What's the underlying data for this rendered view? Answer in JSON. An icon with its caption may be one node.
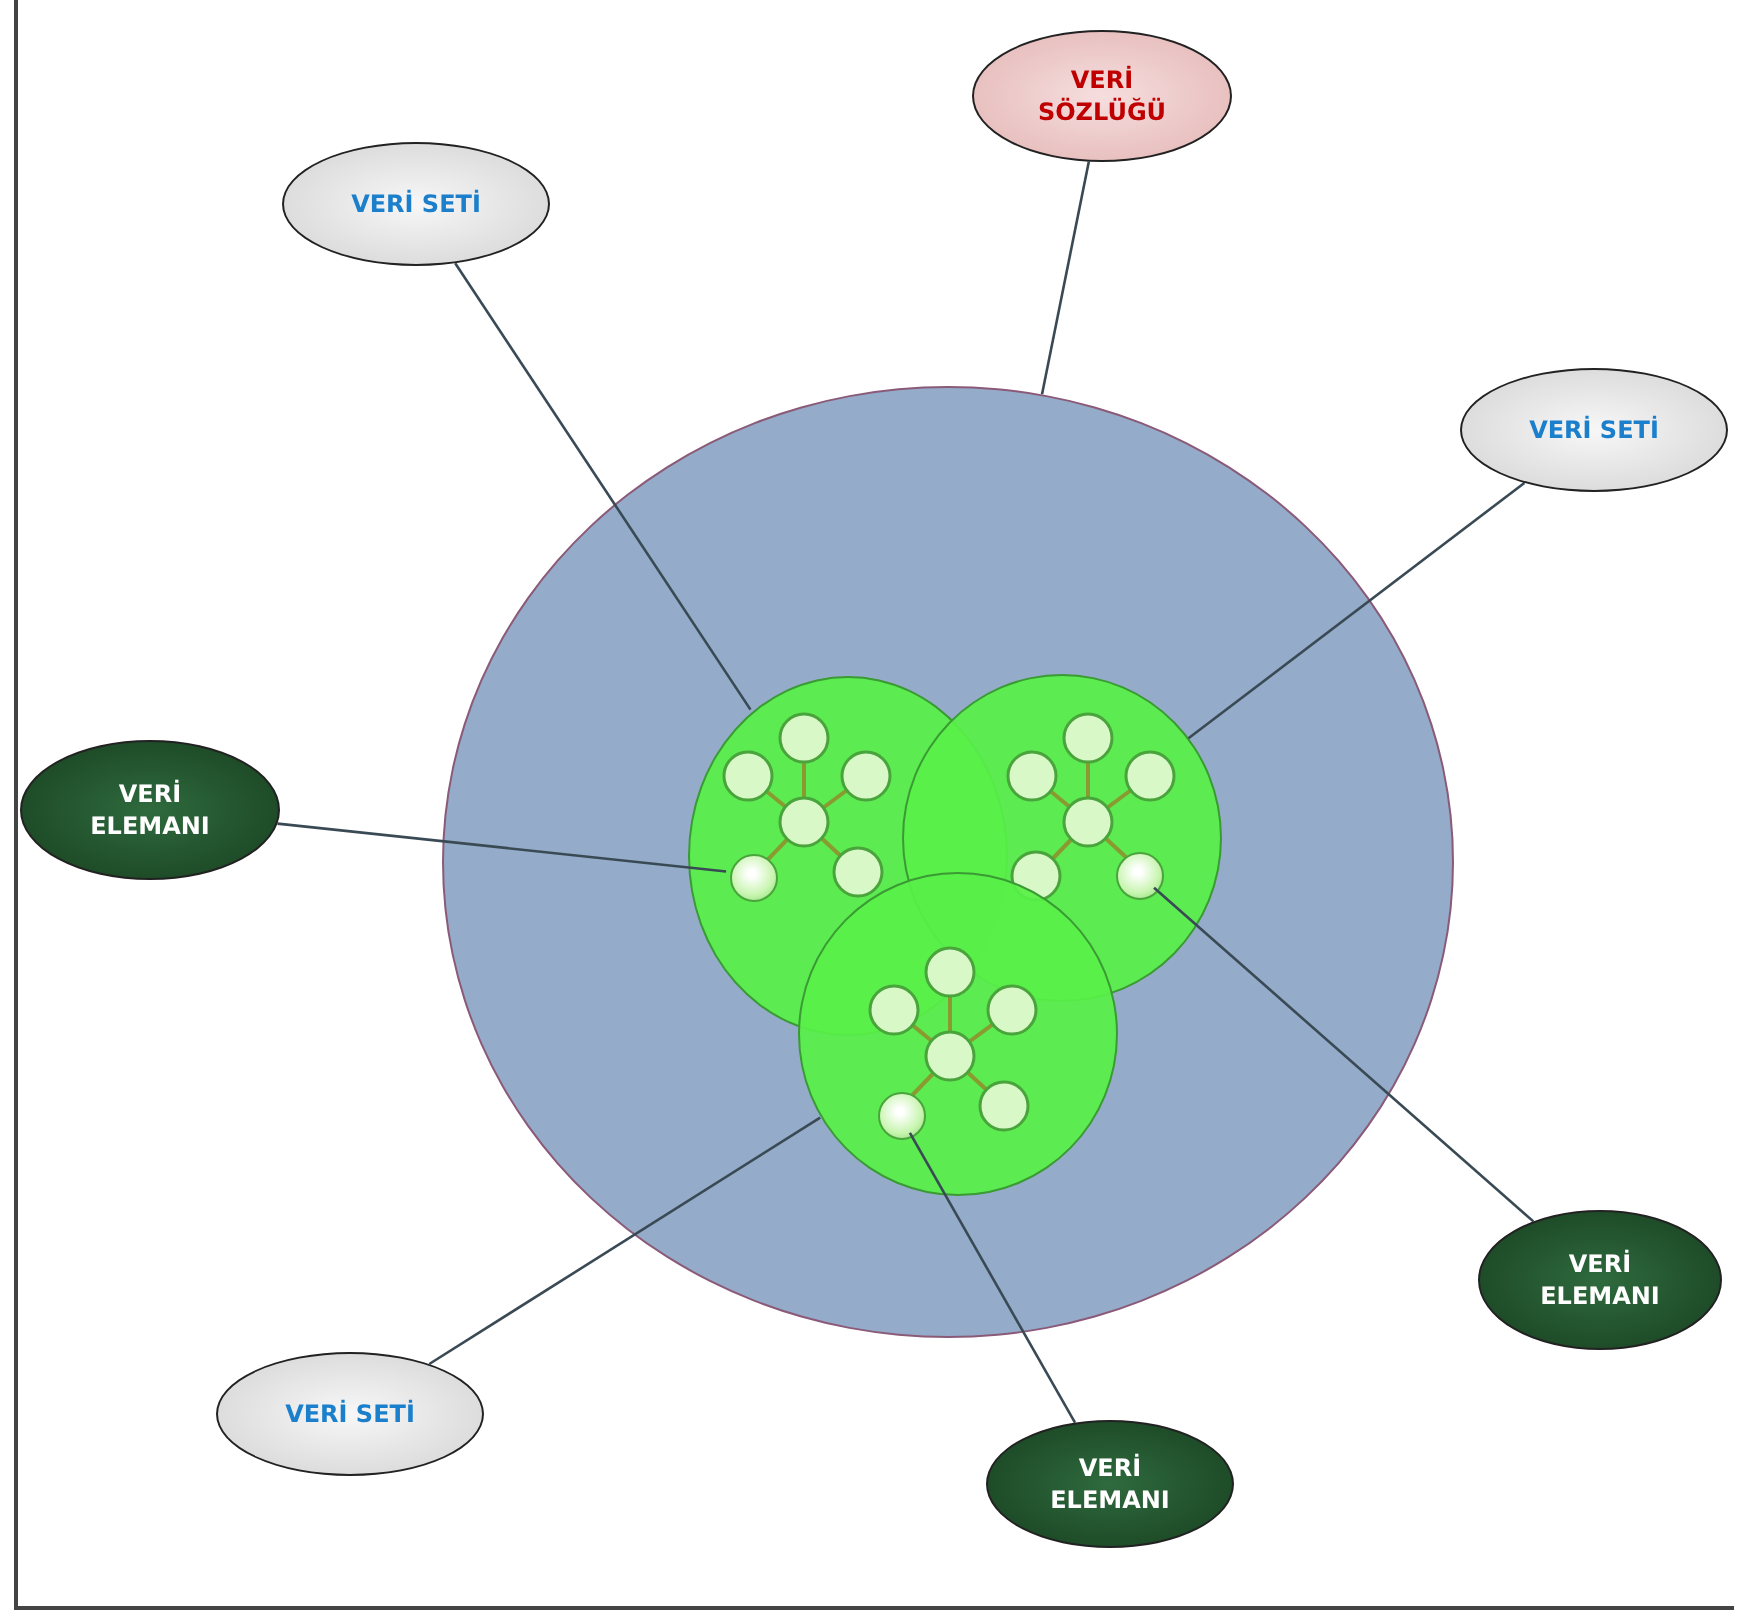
{
  "diagram": {
    "nodes": [
      {
        "text": [
          "VERİ SÖZLÜĞÜ"
        ]
      },
      {
        "text": [
          "VERİ SETİ"
        ]
      },
      {
        "text": [
          "VERİ SETİ"
        ]
      },
      {
        "text": [
          "VERİ ELEMANI"
        ]
      },
      {
        "text": [
          "VERİ ELEMANI"
        ]
      },
      {
        "text": [
          "VERİ SETİ"
        ]
      },
      {
        "text": [
          "VERİ ELEMANI"
        ]
      },
      {
        "text": [],
        "shape": "circle"
      },
      {
        "text": [],
        "shape": "circle",
        "in": 7
      },
      {
        "text": [],
        "shape": "circle",
        "in": 7
      },
      {
        "text": [],
        "shape": "circle",
        "in": 7
      },
      {
        "text": [],
        "shape": "circle",
        "in": 8
      },
      {
        "text": [],
        "shape": "circle",
        "in": 9
      },
      {
        "text": [],
        "shape": "circle",
        "in": 10
      }
    ],
    "edges": [
      {
        "from": 0,
        "to": 7,
        "arrow": "none"
      },
      {
        "from": 1,
        "to": 8,
        "arrow": "none"
      },
      {
        "from": 2,
        "to": 9,
        "arrow": "none"
      },
      {
        "from": 3,
        "to": 11,
        "arrow": "none"
      },
      {
        "from": 4,
        "to": 12,
        "arrow": "none"
      },
      {
        "from": 5,
        "to": 10,
        "arrow": "none"
      },
      {
        "from": 6,
        "to": 13,
        "arrow": "none"
      }
    ]
  }
}
